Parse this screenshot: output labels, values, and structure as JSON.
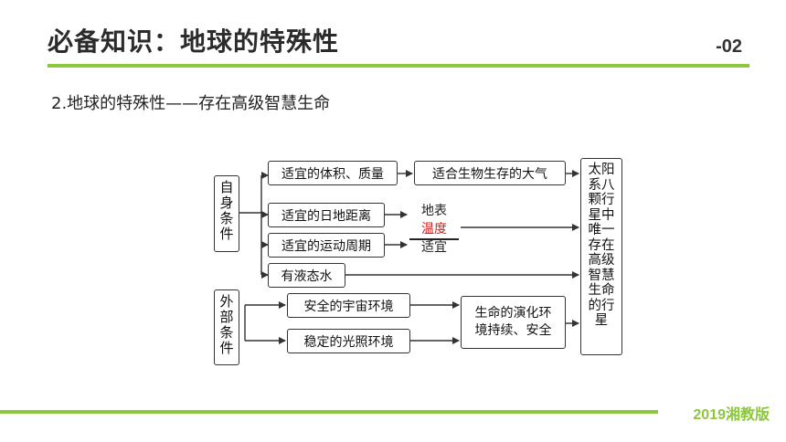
{
  "header": {
    "title": "必备知识：地球的特殊性",
    "page_number": "-02",
    "subtitle": "2.地球的特殊性——存在高级智慧生命"
  },
  "footer": {
    "edition": "2019湘教版"
  },
  "diagram": {
    "groups": {
      "self": "自身条件",
      "external": "外部条件"
    },
    "nodes": {
      "volume_mass": "适宜的体积、质量",
      "atmosphere": "适合生物生存的大气",
      "sun_distance": "适宜的日地距离",
      "motion_period": "适宜的运动周期",
      "liquid_water": "有液态水",
      "surface_top": "地表",
      "surface_mid": "温度",
      "surface_bottom": "适宜",
      "safe_universe": "安全的宇宙环境",
      "stable_light": "稳定的光照环境",
      "evolution_line1": "生命的演化环",
      "evolution_line2": "境持续、安全",
      "result": "太阳系八颗行星中唯一存在高级智慧生命的行星"
    }
  },
  "colors": {
    "accent": "#8dc63f",
    "highlight": "#d42020"
  }
}
